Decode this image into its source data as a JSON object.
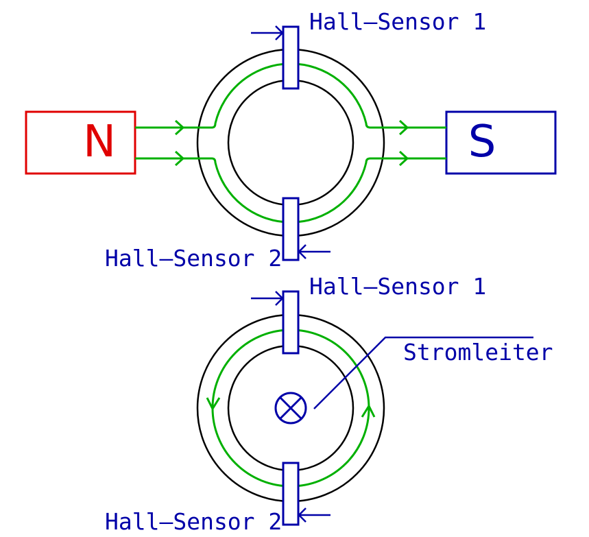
{
  "colors": {
    "north": "#e00000",
    "south_and_sensors": "#0000a8",
    "field_lines": "#00b000",
    "core": "#000000"
  },
  "top": {
    "magnet_north_label": "N",
    "magnet_south_label": "S",
    "sensor1_label": "Hall–Sensor 1",
    "sensor2_label": "Hall–Sensor 2"
  },
  "bottom": {
    "sensor1_label": "Hall–Sensor 1",
    "sensor2_label": "Hall–Sensor 2",
    "conductor_label": "Stromleiter"
  }
}
